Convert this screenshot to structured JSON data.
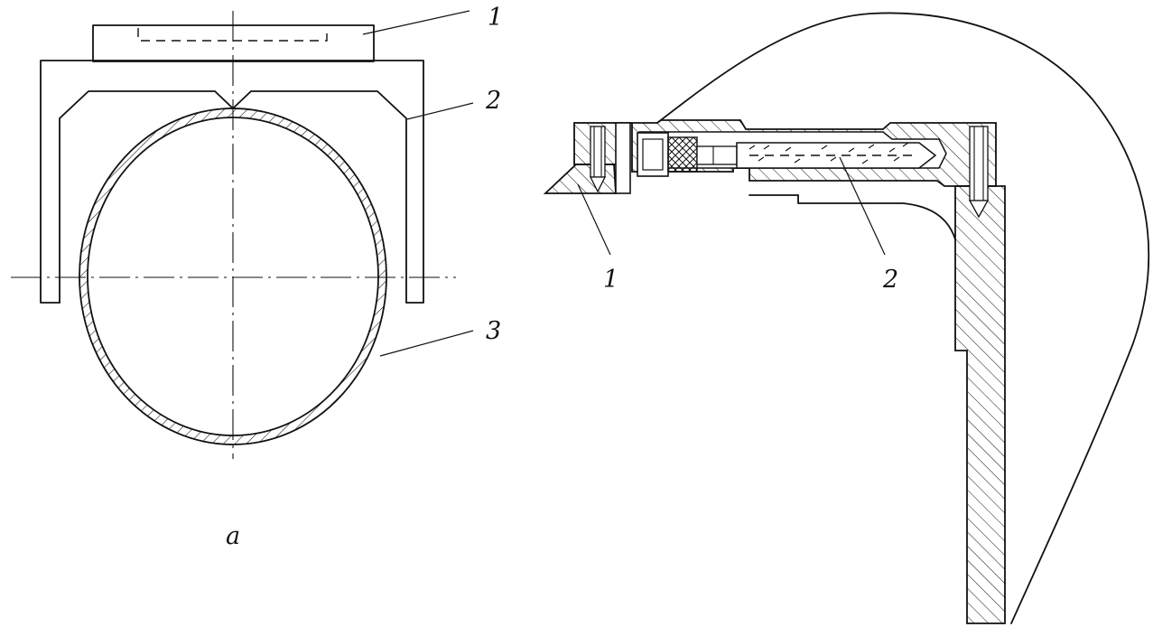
{
  "figure_a": {
    "caption": "a",
    "labels": [
      {
        "id": "clamp",
        "text": "1"
      },
      {
        "id": "bracket",
        "text": "2"
      },
      {
        "id": "pipe",
        "text": "3"
      }
    ]
  },
  "figure_b": {
    "labels": [
      {
        "id": "tip",
        "text": "1"
      },
      {
        "id": "rod",
        "text": "2"
      }
    ]
  },
  "colors": {
    "ink": "#111111",
    "paper": "#ffffff"
  }
}
